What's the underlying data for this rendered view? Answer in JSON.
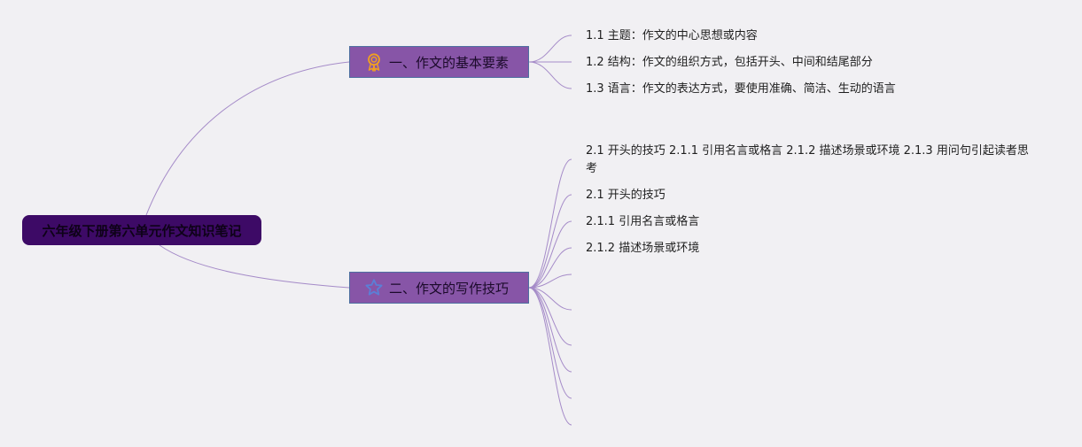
{
  "root": {
    "title": "六年级下册第六单元作文知识笔记"
  },
  "branches": [
    {
      "label": "一、作文的基本要素",
      "icon": "ribbon-badge-icon",
      "children": [
        "1.1 主题：作文的中心思想或内容",
        "1.2 结构：作文的组织方式，包括开头、中间和结尾部分",
        "1.3 语言：作文的表达方式，要使用准确、简洁、生动的语言"
      ]
    },
    {
      "label": "二、作文的写作技巧",
      "icon": "star-icon",
      "children": [
        "2.1 开头的技巧 2.1.1 引用名言或格言 2.1.2 描述场景或环境 2.1.3 用问句引起读者思考",
        "2.1 开头的技巧",
        "2.1.1 引用名言或格言",
        "2.1.2 描述场景或环境"
      ],
      "empty_children": 6
    }
  ],
  "colors": {
    "background": "#f1f0f3",
    "root_fill": "#3d0a66",
    "branch_fill": "#8755a7",
    "branch_border": "#4e6fa0",
    "connector": "#a58bc8",
    "ribbon_icon": "#f0a020",
    "star_icon": "#5b7fd6"
  }
}
